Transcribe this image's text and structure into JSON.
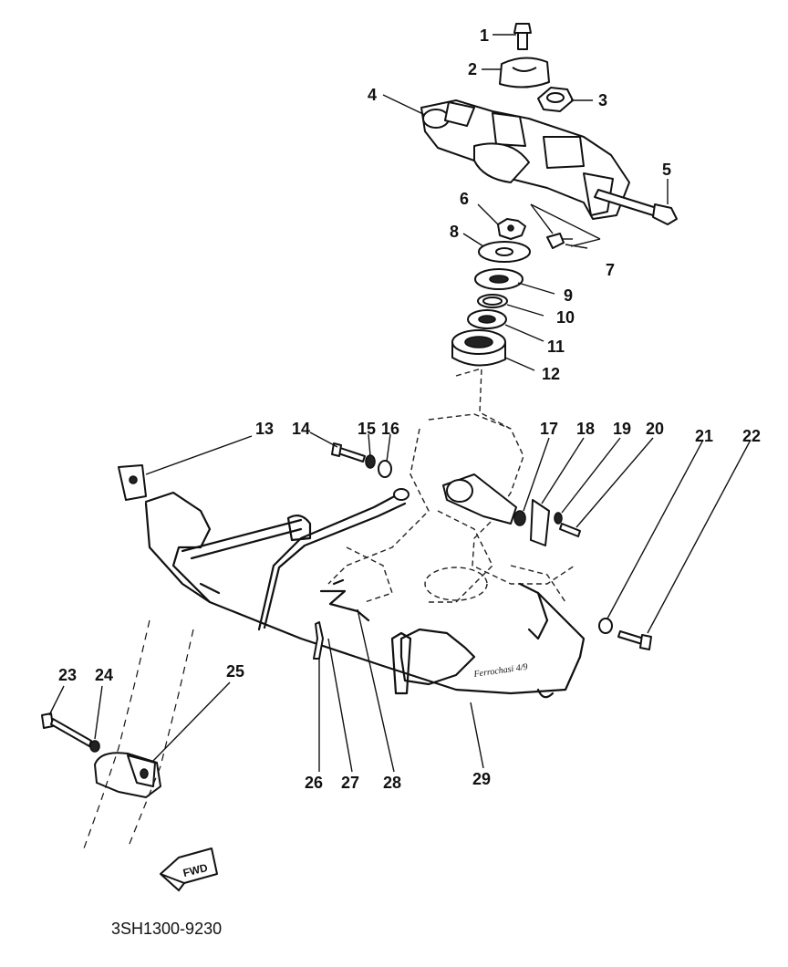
{
  "callouts": [
    "1",
    "2",
    "3",
    "4",
    "5",
    "6",
    "7",
    "8",
    "9",
    "10",
    "11",
    "12",
    "13",
    "14",
    "15",
    "16",
    "17",
    "18",
    "19",
    "20",
    "21",
    "22",
    "23",
    "24",
    "25",
    "26",
    "27",
    "28",
    "29"
  ],
  "fwd_label": "FWD",
  "diagram_code": "3SH1300-9230",
  "bracket_signature": "Ferrochasi 4/9"
}
